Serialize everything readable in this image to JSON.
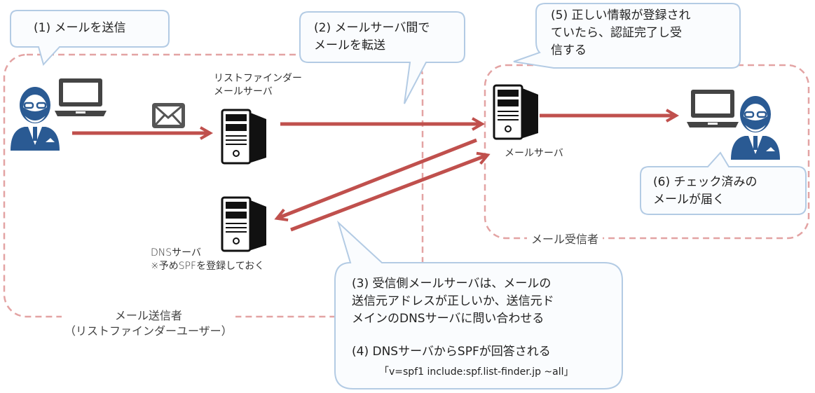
{
  "colors": {
    "arrow": "#c0504d",
    "user": "#2a5a93",
    "dashed": "#e3a3a3",
    "callout_fill": "#fafcfe",
    "callout_stroke": "#b3cbe4"
  },
  "callouts": {
    "step1": "(1) メールを送信",
    "step2": "(2) メールサーバ間で\nメールを転送",
    "step5": "(5) 正しい情報が登録され\nていたら、認証完了し受\n信する",
    "step6": "(6) チェック済みの\nメールが届く",
    "step3": "(3) 受信側メールサーバは、メールの\n送信元アドレスが正しいか、送信元ド\nメインのDNSサーバに問い合わせる",
    "step4": "(4) DNSサーバからSPFが回答される",
    "spf_record": "「v=spf1 include:spf.list-finder.jp ~all」"
  },
  "labels": {
    "sender_server": "リストファインダー\nメールサーバ",
    "dns_server": "DNSサーバ\n※予めSPFを登録しておく",
    "receiver_server": "メールサーバ",
    "sender_group": "メール送信者\n（リストファインダーユーザー）",
    "receiver_group": "メール受信者"
  }
}
